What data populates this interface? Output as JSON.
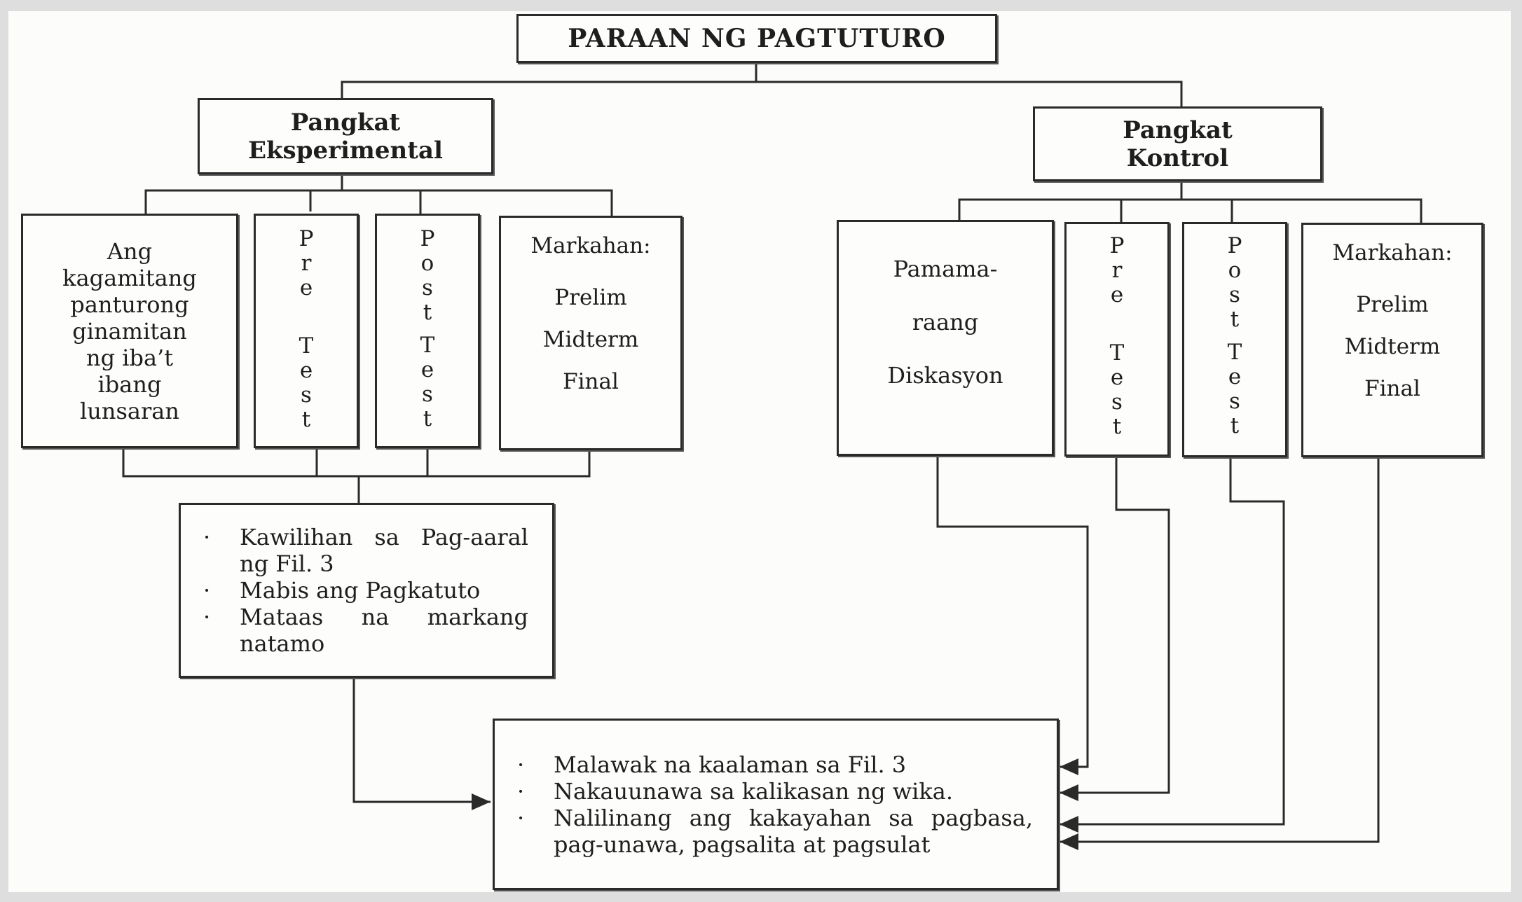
{
  "title": "PARAAN NG PAGTUTURO",
  "groups": {
    "experimental": {
      "line1": "Pangkat",
      "line2": "Eksperimental"
    },
    "control": {
      "line1": "Pangkat",
      "line2": "Kontrol"
    }
  },
  "experimental_children": {
    "material": [
      "Ang",
      "kagamitang",
      "panturong",
      "ginamitan",
      "ng iba’t",
      "ibang",
      "lunsaran"
    ],
    "pre_test": [
      "P",
      "r",
      "e",
      "",
      "T",
      "e",
      "s",
      "t"
    ],
    "post_test": [
      "P",
      "o",
      "s",
      "t",
      "",
      "T",
      "e",
      "s",
      "t"
    ],
    "markahan": {
      "heading": "Markahan:",
      "items": [
        "Prelim",
        "Midterm",
        "Final"
      ]
    }
  },
  "control_children": {
    "method": [
      "Pamama-",
      "raang",
      "Diskasyon"
    ],
    "pre_test": [
      "P",
      "r",
      "e",
      "",
      "T",
      "e",
      "s",
      "t"
    ],
    "post_test": [
      "P",
      "o",
      "s",
      "t",
      "",
      "T",
      "e",
      "s",
      "t"
    ],
    "markahan": {
      "heading": "Markahan:",
      "items": [
        "Prelim",
        "Midterm",
        "Final"
      ]
    }
  },
  "experimental_outcomes": [
    "Kawilihan sa Pag-aaral ng Fil. 3",
    "Mabis ang Pagkatuto",
    "Mataas na markang natamo"
  ],
  "final_outcomes": [
    "Malawak na kaalaman sa Fil. 3",
    "Nakauunawa sa kalikasan ng wika.",
    "Nalilinang ang kakayahan sa pagbasa, pag-unawa, pagsalita at pagsulat"
  ]
}
